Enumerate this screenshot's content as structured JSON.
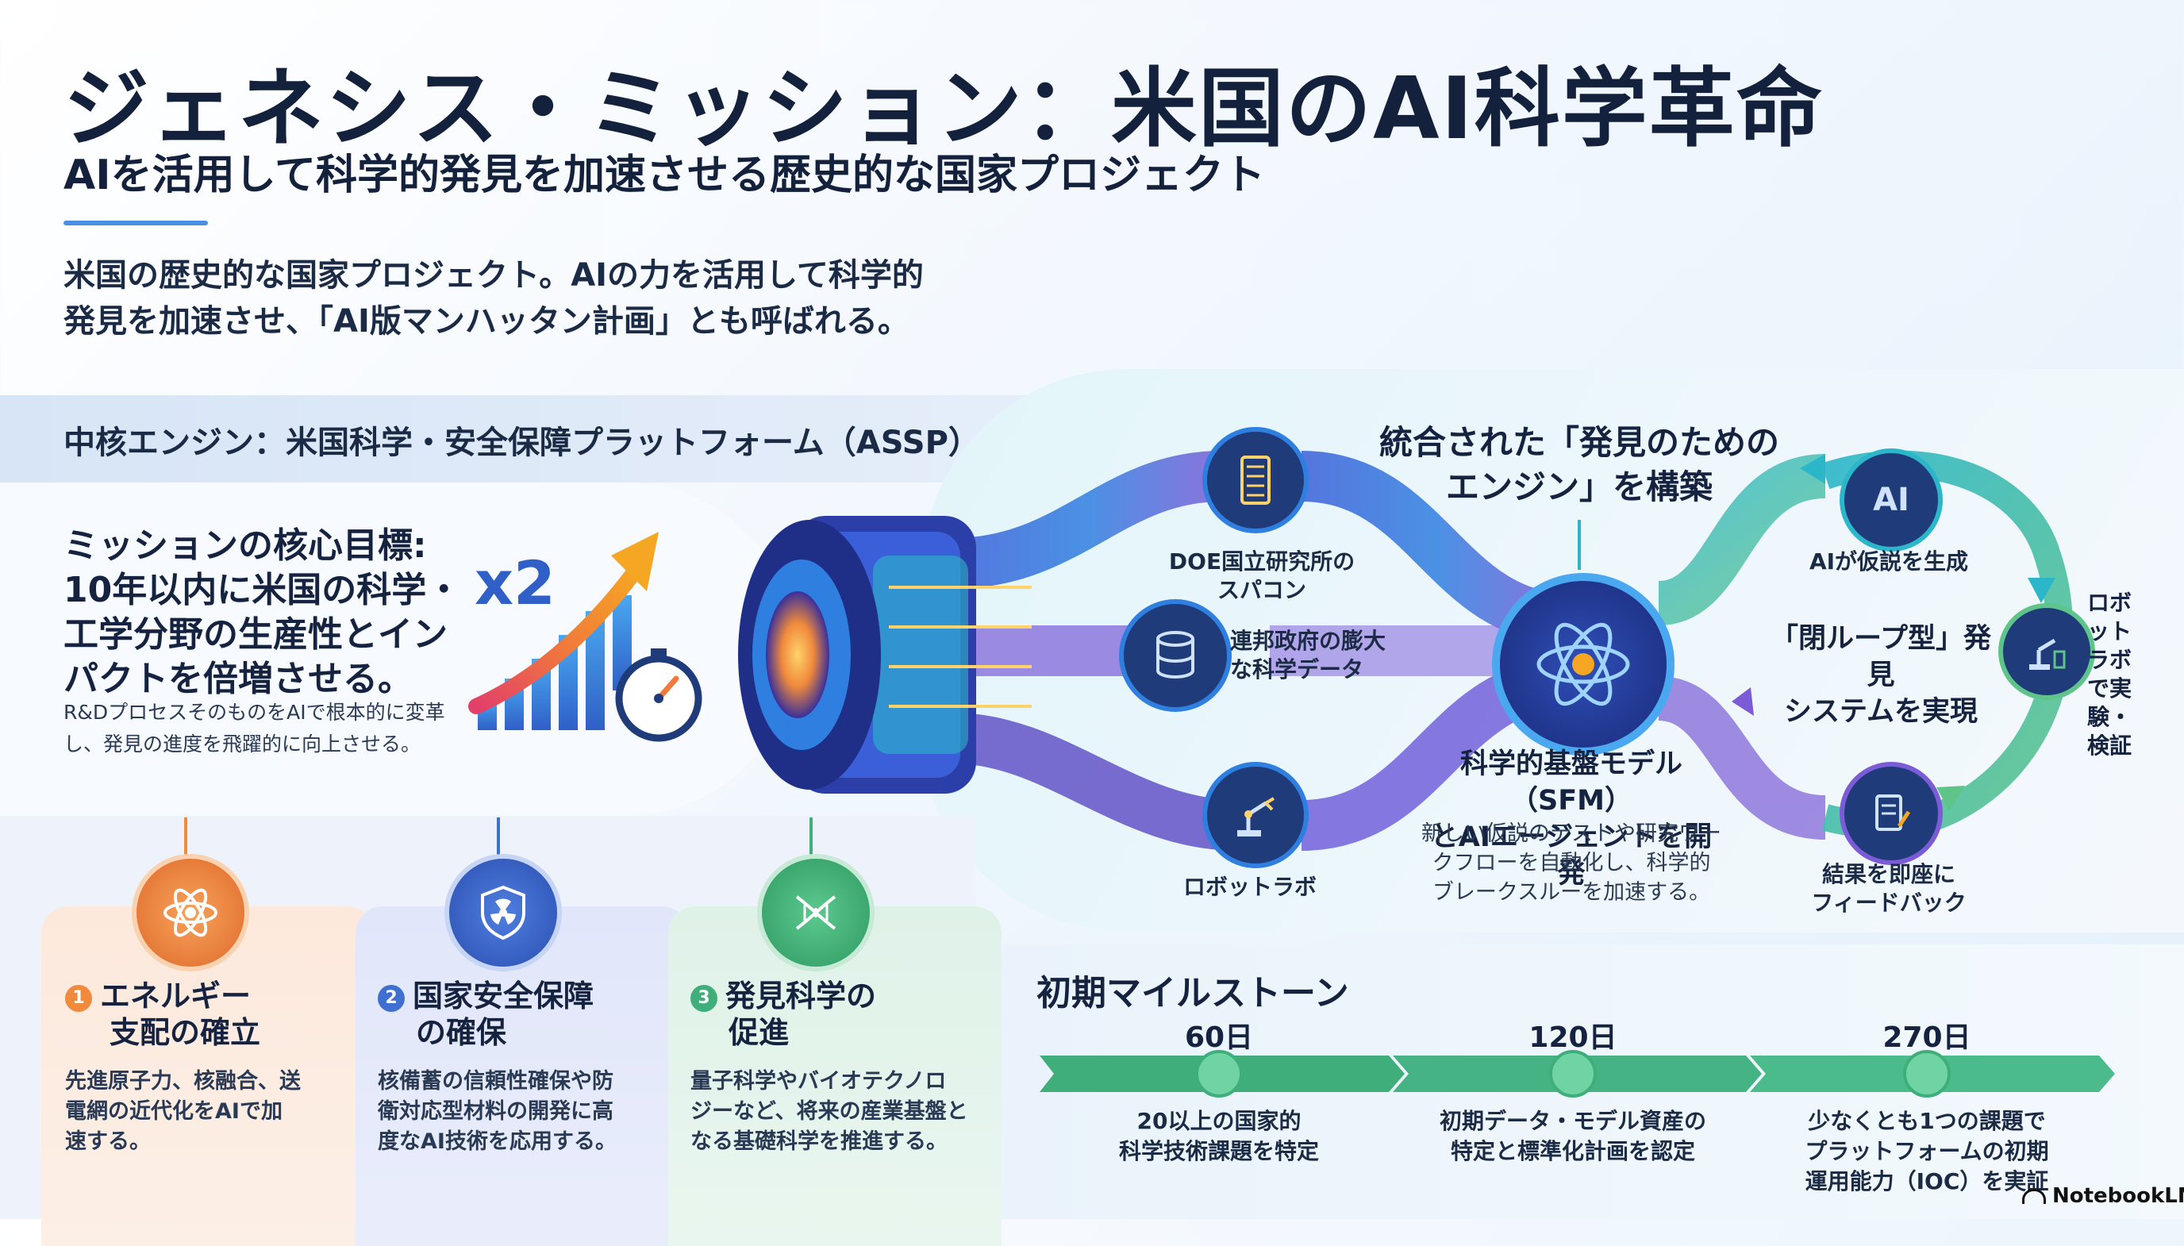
{
  "header": {
    "title": "ジェネシス・ミッション：米国のAI科学革命",
    "subtitle": "AIを活用して科学的発見を加速させる歴史的な国家プロジェクト",
    "intro_line1": "米国の歴史的な国家プロジェクト。AIの力を活用して科学的",
    "intro_line2": "発見を加速させ、「AI版マンハッタン計画」とも呼ばれる。"
  },
  "core": {
    "title": "中核エンジン：米国科学・安全保障プラットフォーム（ASSP）"
  },
  "mission": {
    "head": "ミッションの核心目標: 10年以内に米国の科学・工学分野の生産性とインパクトを倍増させる。",
    "sub": "R&DプロセスそのものをAIで根本的に変革し、発見の進度を飛躍的に向上させる。",
    "multiplier": "x2"
  },
  "inputs": [
    {
      "label_line1": "DOE国立研究所の",
      "label_line2": "スパコン",
      "icon": "server-rack-icon"
    },
    {
      "label_line1": "連邦政府の膨大",
      "label_line2": "な科学データ",
      "icon": "database-icon"
    },
    {
      "label_line1": "ロボットラボ",
      "label_line2": "",
      "icon": "robot-arm-icon"
    }
  ],
  "engine": {
    "title_line1": "統合された「発見のための",
    "title_line2": "エンジン」を構築",
    "sfm_line1": "科学的基盤モデル（SFM）",
    "sfm_line2": "とAIエージェントを開発",
    "sfm_desc1": "新しい仮説のテストや研究ワー",
    "sfm_desc2": "クフローを自動化し、科学的",
    "sfm_desc3": "ブレークスルーを加速する。"
  },
  "loop": {
    "title_line1": "「閉ループ型」発見",
    "title_line2": "システムを実現",
    "ai_badge": "AI",
    "ai_label": "AIが仮説を生成",
    "robot_label": "ロボットラボで実験・検証",
    "feedback_line1": "結果を即座に",
    "feedback_line2": "フィードバック"
  },
  "pillars": [
    {
      "num": "1",
      "head_line1": "エネルギー",
      "head_line2": "支配の確立",
      "body": [
        "先進原子力、核融合、送",
        "電網の近代化をAIで加",
        "速する。"
      ],
      "icon": "atom-icon",
      "color": "#f08a3c"
    },
    {
      "num": "2",
      "head_line1": "国家安全保障",
      "head_line2": "の確保",
      "body": [
        "核備蓄の信頼性確保や防",
        "衛対応型材料の開発に高",
        "度なAI技術を応用する。"
      ],
      "icon": "shield-radiation-icon",
      "color": "#3f6fd0"
    },
    {
      "num": "3",
      "head_line1": "発見科学の",
      "head_line2": "促進",
      "body": [
        "量子科学やバイオテクノロ",
        "ジーなど、将来の産業基盤と",
        "なる基礎科学を推進する。"
      ],
      "icon": "dna-icon",
      "color": "#3fae7a"
    }
  ],
  "milestones": {
    "title": "初期マイルストーン",
    "items": [
      {
        "day": "60日",
        "desc": [
          "20以上の国家的",
          "科学技術課題を特定"
        ]
      },
      {
        "day": "120日",
        "desc": [
          "初期データ・モデル資産の",
          "特定と標準化計画を認定"
        ]
      },
      {
        "day": "270日",
        "desc": [
          "少なくとも1つの課題で",
          "プラットフォームの初期",
          "運用能力（IOC）を実証"
        ]
      }
    ]
  },
  "brand": "NotebookLM",
  "colors": {
    "navy": "#14213d",
    "blue": "#3f6fd0",
    "teal": "#2bb6c9",
    "green": "#3fae7a",
    "orange": "#f08a3c",
    "purple": "#7b5cd6"
  }
}
